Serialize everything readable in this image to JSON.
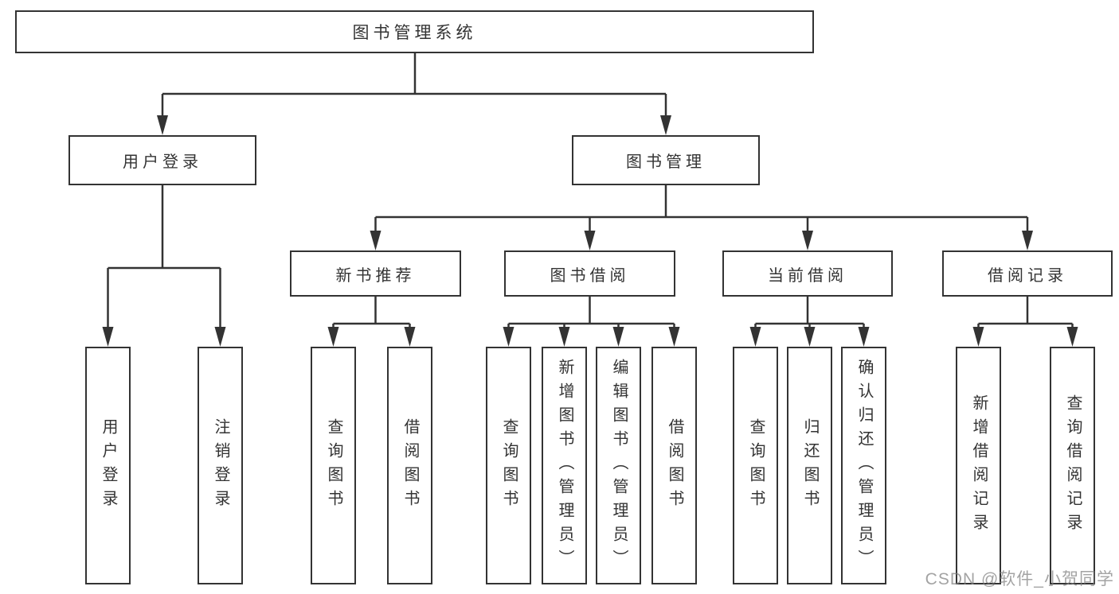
{
  "diagram": {
    "type": "hierarchy-tree",
    "root": {
      "label": "图书管理系统",
      "children": [
        {
          "label": "用户登录",
          "children": [
            {
              "label": "用户登录"
            },
            {
              "label": "注销登录"
            }
          ]
        },
        {
          "label": "图书管理",
          "children": [
            {
              "label": "新书推荐",
              "children": [
                {
                  "label": "查询图书"
                },
                {
                  "label": "借阅图书"
                }
              ]
            },
            {
              "label": "图书借阅",
              "children": [
                {
                  "label": "查询图书"
                },
                {
                  "label": "新增图书（管理员）"
                },
                {
                  "label": "编辑图书（管理员）"
                },
                {
                  "label": "借阅图书"
                }
              ]
            },
            {
              "label": "当前借阅",
              "children": [
                {
                  "label": "查询图书"
                },
                {
                  "label": "归还图书"
                },
                {
                  "label": "确认归还（管理员）"
                }
              ]
            },
            {
              "label": "借阅记录",
              "children": [
                {
                  "label": "新增借阅记录"
                },
                {
                  "label": "查询借阅记录"
                }
              ]
            }
          ]
        }
      ]
    },
    "watermark": "CSDN @软件_小贺同学",
    "colors": {
      "line": "#333333",
      "border": "#333333",
      "text": "#333333",
      "watermark": "#808080",
      "background": "#ffffff"
    }
  }
}
